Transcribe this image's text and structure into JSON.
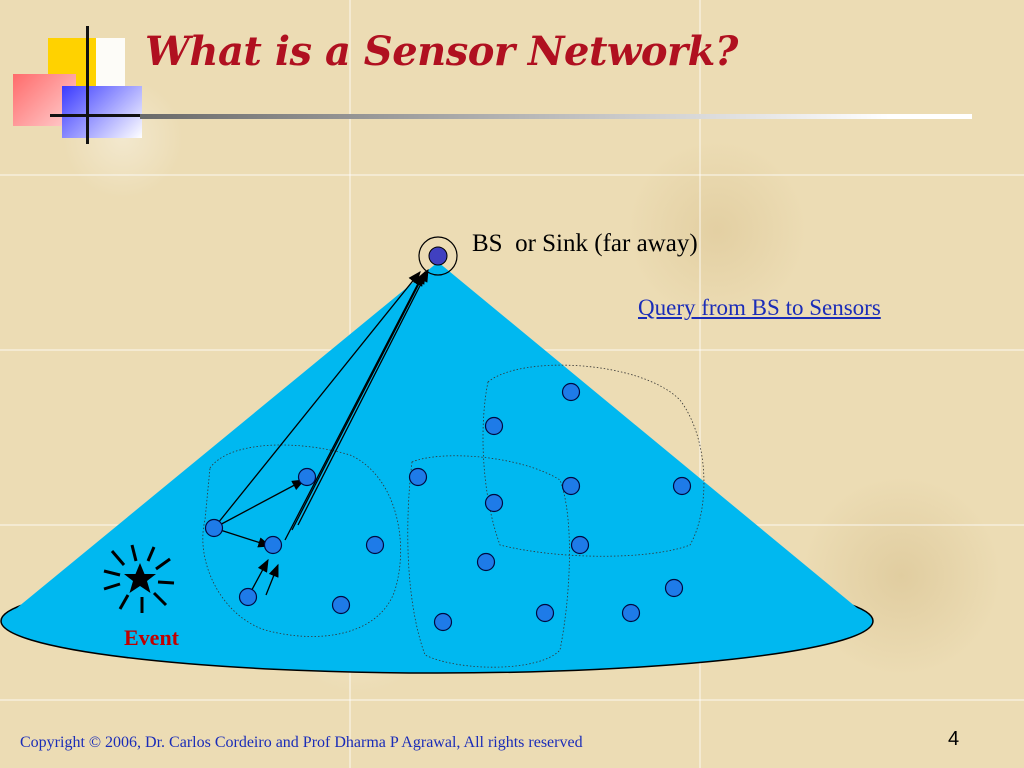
{
  "slide": {
    "title": "What is a Sensor Network?",
    "bs_label": "BS  or Sink (far away)",
    "query_link": "Query from BS to Sensors",
    "event_label": "Event",
    "copyright": "Copyright © 2006, Dr. Carlos Cordeiro and Prof  Dharma P  Agrawal,  All rights reserved",
    "page_number": "4"
  },
  "colors": {
    "title": "#b01020",
    "cone_fill": "#00b8f0",
    "node_fill": "#1e7be8",
    "link": "#1a2cb8",
    "event_label": "#c00000"
  },
  "icons": [
    "star-burst-icon",
    "sensor-node-icon",
    "base-station-icon"
  ]
}
